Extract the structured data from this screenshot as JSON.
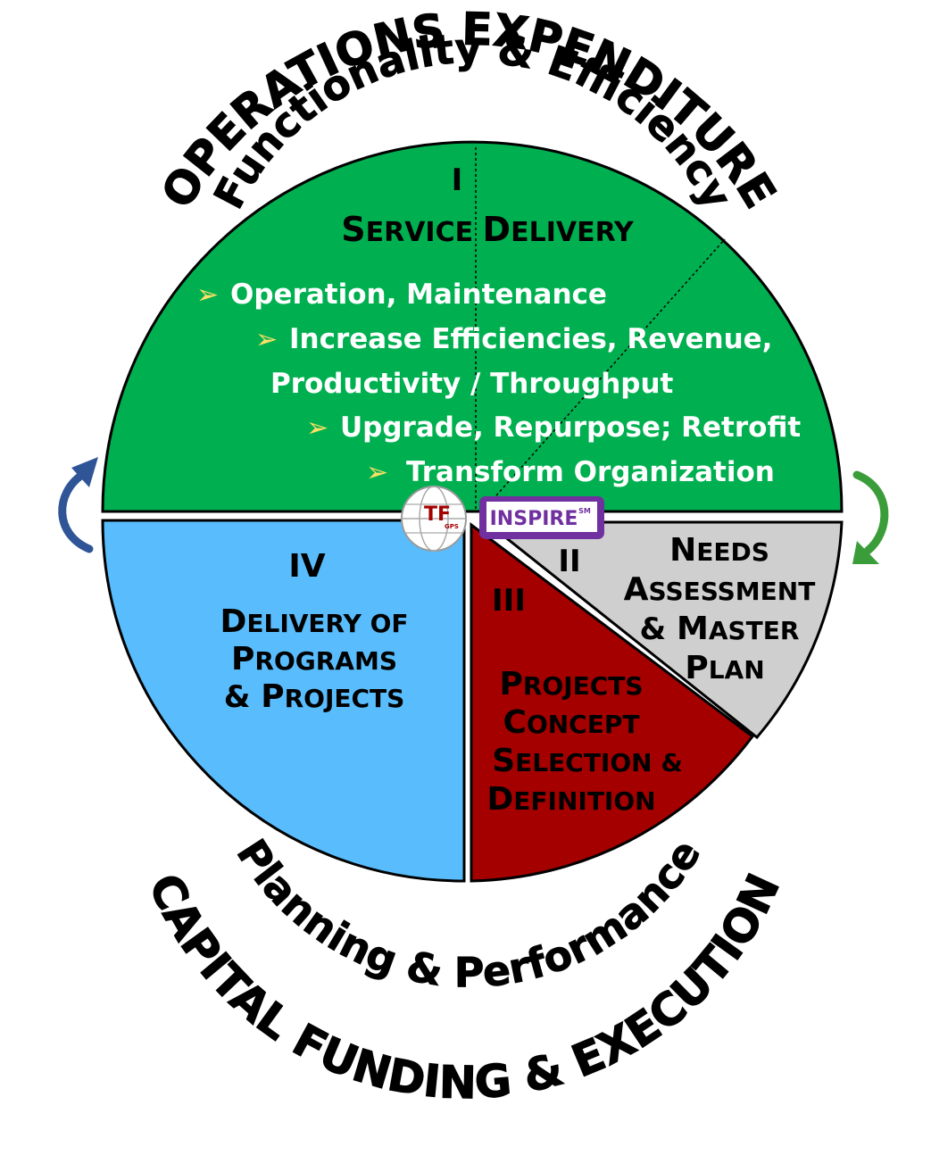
{
  "title_top": "OPERATIONS EXPENDITURE",
  "subtitle_top": "Functionality & Efficiency",
  "subtitle_bottom": "Planning & Performance",
  "title_bottom": "CAPITAL FUNDING & EXECUTION",
  "colors": {
    "green": "#00b050",
    "blue": "#59bdfd",
    "red": "#a50000",
    "gray": "#cfcfcf",
    "purple": "#7030a0",
    "bullet": "#ffe066",
    "arrow_left": "#2f5597",
    "arrow_right": "#3a9d3a"
  },
  "quadrant_1": {
    "numeral": "I",
    "title_a_cap": "S",
    "title_a_rest": "ERVICE",
    "title_b_cap": "D",
    "title_b_rest": "ELIVERY",
    "bullet_symbol": "➢",
    "bullets": [
      "Operation, Maintenance",
      "Increase Efficiencies, Revenue,",
      "Productivity / Throughput",
      "Upgrade, Repurpose; Retrofit",
      "Transform Organization"
    ]
  },
  "quadrant_2": {
    "numeral": "II",
    "line1_cap": "N",
    "line1_rest": "EEDS",
    "line2_cap": "A",
    "line2_rest": "SSESSMENT",
    "line3_a": "& ",
    "line3_cap": "M",
    "line3_rest": "ASTER",
    "line4_cap": "P",
    "line4_rest": "LAN"
  },
  "quadrant_3": {
    "numeral": "III",
    "line1_cap": "P",
    "line1_rest": "ROJECTS",
    "line2_cap": "C",
    "line2_rest": "ONCEPT",
    "line3_cap": "S",
    "line3_rest": "ELECTION &",
    "line4_cap": "D",
    "line4_rest": "EFINITION"
  },
  "quadrant_4": {
    "numeral": "IV",
    "line1_cap": "D",
    "line1_rest": "ELIVERY OF",
    "line2_cap": "P",
    "line2_rest": "ROGRAMS",
    "line3_a": "& ",
    "line3_cap": "P",
    "line3_rest": "ROJECTS"
  },
  "logo_tf": {
    "letters": "TF",
    "sub": "GPS"
  },
  "logo_inspire": {
    "text": "INSPIRE",
    "mark": "SM"
  }
}
